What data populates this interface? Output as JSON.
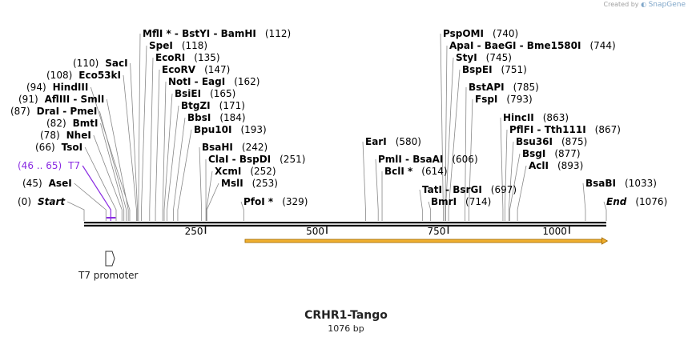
{
  "credit": {
    "prefix": "Created by",
    "brand": "SnapGene"
  },
  "plasmid": {
    "name": "CRHR1-Tango",
    "length": "1076 bp",
    "bp": 1076
  },
  "sites": [
    {
      "id": "start",
      "name": "Start",
      "pos": "(0)",
      "bp": 0,
      "side": "left",
      "style": "italic"
    },
    {
      "id": "asei",
      "name": "AseI",
      "pos": "(45)",
      "bp": 45,
      "side": "left"
    },
    {
      "id": "t7",
      "name": "T7",
      "pos": "(46 .. 65)",
      "bp": 55,
      "side": "left",
      "style": "purple"
    },
    {
      "id": "tsoi",
      "name": "TsoI",
      "pos": "(66)",
      "bp": 66,
      "side": "left"
    },
    {
      "id": "nhei",
      "name": "NheI",
      "pos": "(78)",
      "bp": 78,
      "side": "left"
    },
    {
      "id": "bmti",
      "name": "BmtI",
      "pos": "(82)",
      "bp": 82,
      "side": "left"
    },
    {
      "id": "drai",
      "name": "DraI - PmeI",
      "pos": "(87)",
      "bp": 87,
      "side": "left"
    },
    {
      "id": "afliii",
      "name": "AflIII - SmlI",
      "pos": "(91)",
      "bp": 91,
      "side": "left"
    },
    {
      "id": "hindiii",
      "name": "HindIII",
      "pos": "(94)",
      "bp": 94,
      "side": "left"
    },
    {
      "id": "eco53ki",
      "name": "Eco53kI",
      "pos": "(108)",
      "bp": 108,
      "side": "left"
    },
    {
      "id": "saci",
      "name": "SacI",
      "pos": "(110)",
      "bp": 110,
      "side": "left"
    },
    {
      "id": "mfli",
      "name": "MflI * - BstYI - BamHI",
      "pos": "(112)",
      "bp": 112,
      "side": "right"
    },
    {
      "id": "spei",
      "name": "SpeI",
      "pos": "(118)",
      "bp": 118,
      "side": "right"
    },
    {
      "id": "ecori",
      "name": "EcoRI",
      "pos": "(135)",
      "bp": 135,
      "side": "right"
    },
    {
      "id": "ecorv",
      "name": "EcoRV",
      "pos": "(147)",
      "bp": 147,
      "side": "right"
    },
    {
      "id": "noti",
      "name": "NotI - EagI",
      "pos": "(162)",
      "bp": 162,
      "side": "right"
    },
    {
      "id": "bsiei",
      "name": "BsiEI",
      "pos": "(165)",
      "bp": 165,
      "side": "right"
    },
    {
      "id": "btgzi",
      "name": "BtgZI",
      "pos": "(171)",
      "bp": 171,
      "side": "right"
    },
    {
      "id": "bbsi",
      "name": "BbsI",
      "pos": "(184)",
      "bp": 184,
      "side": "right"
    },
    {
      "id": "bpu10i",
      "name": "Bpu10I",
      "pos": "(193)",
      "bp": 193,
      "side": "right"
    },
    {
      "id": "bsahi",
      "name": "BsaHI",
      "pos": "(242)",
      "bp": 242,
      "side": "right"
    },
    {
      "id": "clai",
      "name": "ClaI - BspDI",
      "pos": "(251)",
      "bp": 251,
      "side": "right"
    },
    {
      "id": "xcmi",
      "name": "XcmI",
      "pos": "(252)",
      "bp": 252,
      "side": "right"
    },
    {
      "id": "msli",
      "name": "MslI",
      "pos": "(253)",
      "bp": 253,
      "side": "right"
    },
    {
      "id": "pfoi",
      "name": "PfoI *",
      "pos": "(329)",
      "bp": 329,
      "side": "right"
    },
    {
      "id": "eari",
      "name": "EarI",
      "pos": "(580)",
      "bp": 580,
      "side": "right"
    },
    {
      "id": "pmli",
      "name": "PmlI - BsaAI",
      "pos": "(606)",
      "bp": 606,
      "side": "right"
    },
    {
      "id": "bcli",
      "name": "BclI *",
      "pos": "(614)",
      "bp": 614,
      "side": "right"
    },
    {
      "id": "tati",
      "name": "TatI - BsrGI",
      "pos": "(697)",
      "bp": 697,
      "side": "right"
    },
    {
      "id": "bmri",
      "name": "BmrI",
      "pos": "(714)",
      "bp": 714,
      "side": "right"
    },
    {
      "id": "pspomi",
      "name": "PspOMI",
      "pos": "(740)",
      "bp": 740,
      "side": "right"
    },
    {
      "id": "apai",
      "name": "ApaI - BaeGI - Bme1580I",
      "pos": "(744)",
      "bp": 744,
      "side": "right"
    },
    {
      "id": "styi",
      "name": "StyI",
      "pos": "(745)",
      "bp": 745,
      "side": "right"
    },
    {
      "id": "bspei",
      "name": "BspEI",
      "pos": "(751)",
      "bp": 751,
      "side": "right"
    },
    {
      "id": "bstapi",
      "name": "BstAPI",
      "pos": "(785)",
      "bp": 785,
      "side": "right"
    },
    {
      "id": "fspi",
      "name": "FspI",
      "pos": "(793)",
      "bp": 793,
      "side": "right"
    },
    {
      "id": "hincii",
      "name": "HincII",
      "pos": "(863)",
      "bp": 863,
      "side": "right"
    },
    {
      "id": "pflfi",
      "name": "PflFI - Tth111I",
      "pos": "(867)",
      "bp": 867,
      "side": "right"
    },
    {
      "id": "bsu36i",
      "name": "Bsu36I",
      "pos": "(875)",
      "bp": 875,
      "side": "right"
    },
    {
      "id": "bsgi",
      "name": "BsgI",
      "pos": "(877)",
      "bp": 877,
      "side": "right"
    },
    {
      "id": "acli",
      "name": "AclI",
      "pos": "(893)",
      "bp": 893,
      "side": "right"
    },
    {
      "id": "bsabi",
      "name": "BsaBI",
      "pos": "(1033)",
      "bp": 1033,
      "side": "right"
    },
    {
      "id": "end",
      "name": "End",
      "pos": "(1076)",
      "bp": 1076,
      "side": "right",
      "style": "italic"
    }
  ],
  "ruler": {
    "ticks": [
      250,
      500,
      750,
      1000
    ]
  },
  "features": [
    {
      "id": "t7-promoter",
      "label": "T7 promoter",
      "start": 46,
      "end": 65,
      "color": "#ffffff"
    },
    {
      "id": "orf",
      "start": 330,
      "end": 1075,
      "color": "#f0b030"
    }
  ]
}
